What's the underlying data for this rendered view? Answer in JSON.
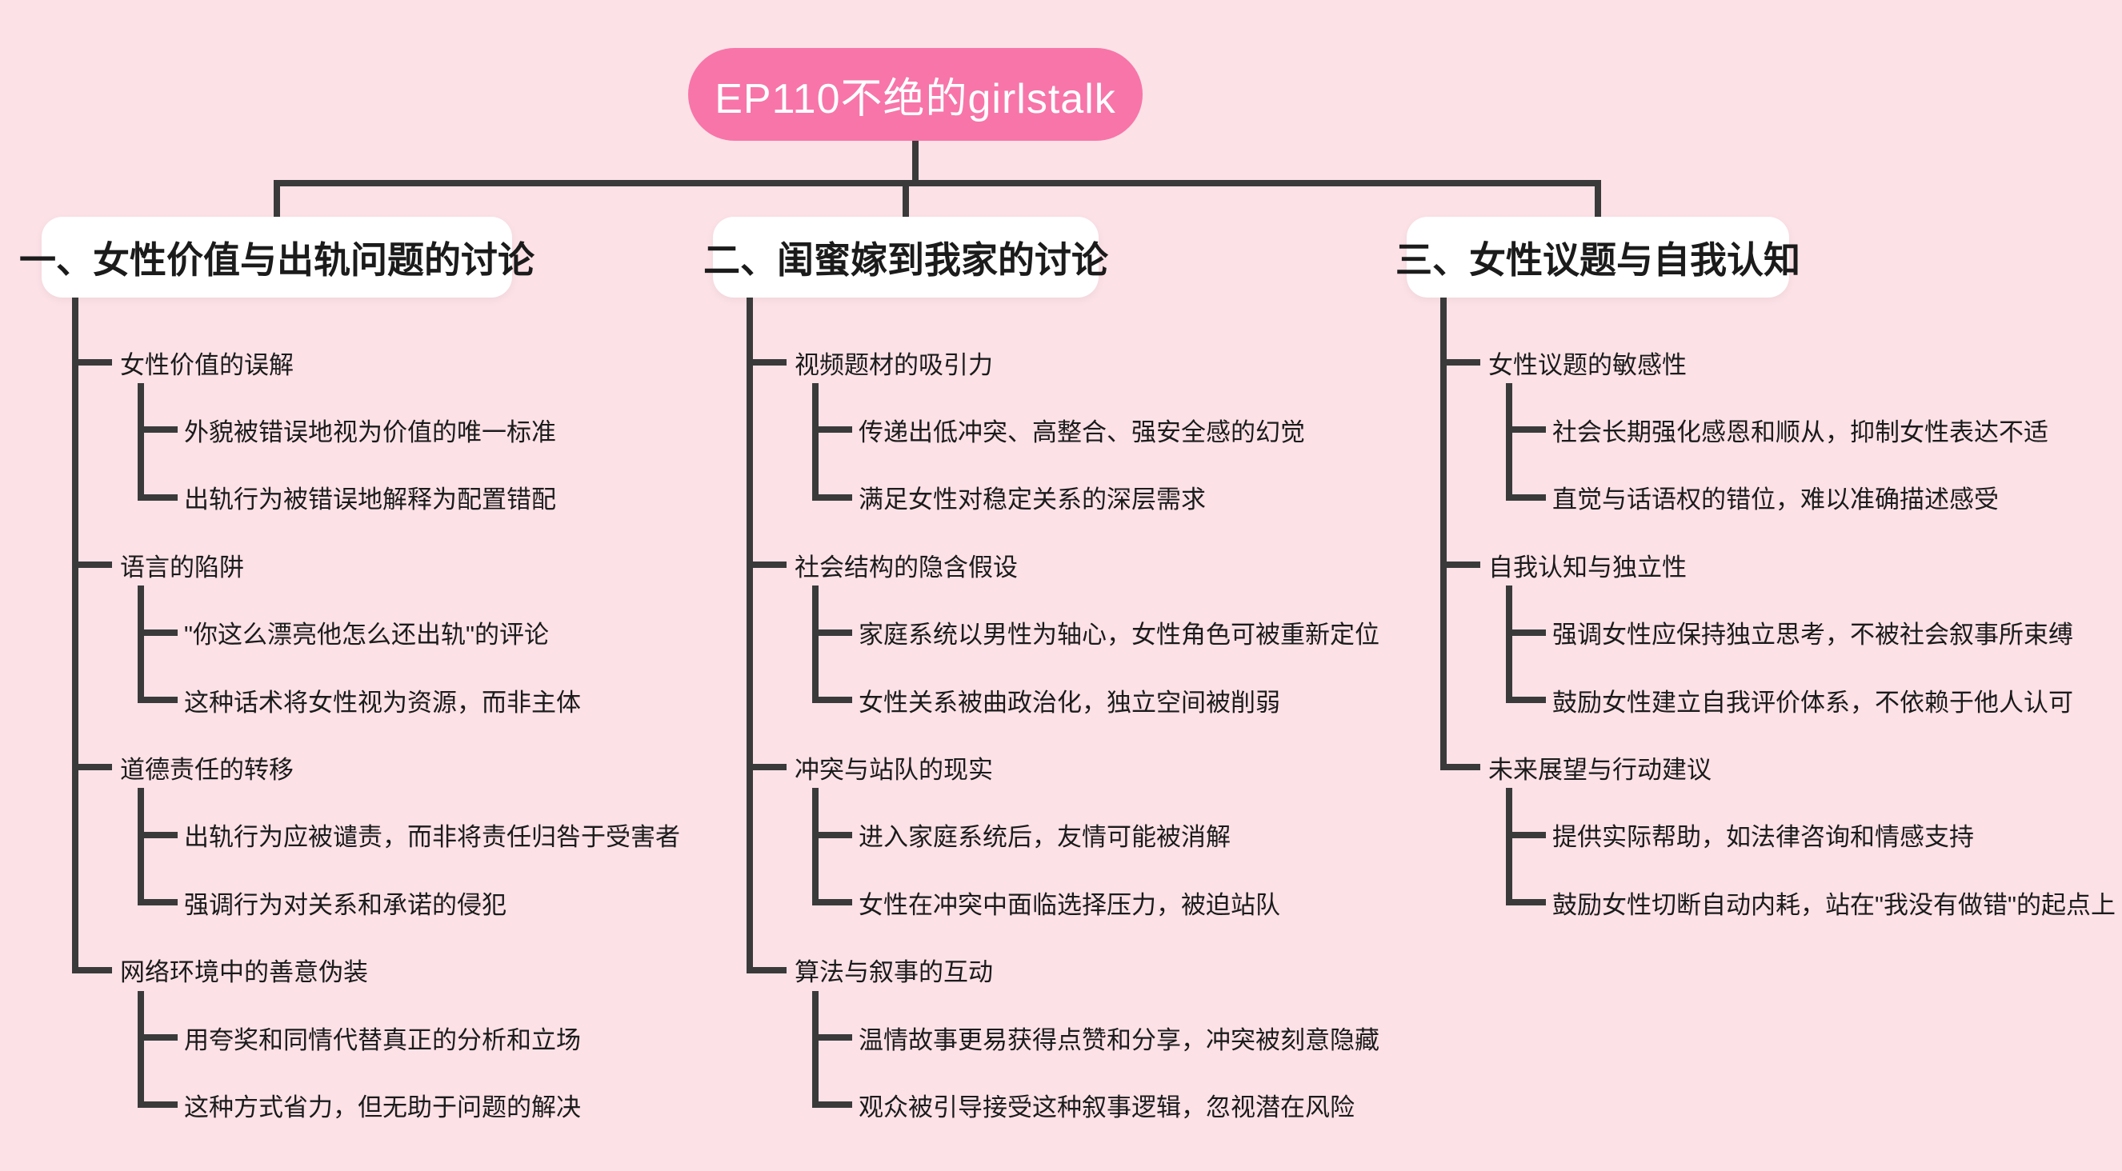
{
  "canvas": {
    "bg": "#FCE1E7",
    "line_color": "#3A3A3A",
    "text_color": "#1B1B1B"
  },
  "root": {
    "label": "EP110不绝的girlstalk",
    "bg": "#F775A9",
    "text_color": "#FFFFFF"
  },
  "branches": [
    {
      "label": "一、女性价值与出轨问题的讨论",
      "topics": [
        {
          "label": "女性价值的误解",
          "children": [
            "外貌被错误地视为价值的唯一标准",
            "出轨行为被错误地解释为配置错配"
          ]
        },
        {
          "label": "语言的陷阱",
          "children": [
            "\"你这么漂亮他怎么还出轨\"的评论",
            "这种话术将女性视为资源，而非主体"
          ]
        },
        {
          "label": "道德责任的转移",
          "children": [
            "出轨行为应被谴责，而非将责任归咎于受害者",
            "强调行为对关系和承诺的侵犯"
          ]
        },
        {
          "label": "网络环境中的善意伪装",
          "children": [
            "用夸奖和同情代替真正的分析和立场",
            "这种方式省力，但无助于问题的解决"
          ]
        }
      ]
    },
    {
      "label": "二、闺蜜嫁到我家的讨论",
      "topics": [
        {
          "label": "视频题材的吸引力",
          "children": [
            "传递出低冲突、高整合、强安全感的幻觉",
            "满足女性对稳定关系的深层需求"
          ]
        },
        {
          "label": "社会结构的隐含假设",
          "children": [
            "家庭系统以男性为轴心，女性角色可被重新定位",
            "女性关系被曲政治化，独立空间被削弱"
          ]
        },
        {
          "label": "冲突与站队的现实",
          "children": [
            "进入家庭系统后，友情可能被消解",
            "女性在冲突中面临选择压力，被迫站队"
          ]
        },
        {
          "label": "算法与叙事的互动",
          "children": [
            "温情故事更易获得点赞和分享，冲突被刻意隐藏",
            "观众被引导接受这种叙事逻辑，忽视潜在风险"
          ]
        }
      ]
    },
    {
      "label": "三、女性议题与自我认知",
      "topics": [
        {
          "label": "女性议题的敏感性",
          "children": [
            "社会长期强化感恩和顺从，抑制女性表达不适",
            "直觉与话语权的错位，难以准确描述感受"
          ]
        },
        {
          "label": "自我认知与独立性",
          "children": [
            "强调女性应保持独立思考，不被社会叙事所束缚",
            "鼓励女性建立自我评价体系，不依赖于他人认可"
          ]
        },
        {
          "label": "未来展望与行动建议",
          "children": [
            "提供实际帮助，如法律咨询和情感支持",
            "鼓励女性切断自动内耗，站在\"我没有做错\"的起点上"
          ]
        }
      ]
    }
  ]
}
